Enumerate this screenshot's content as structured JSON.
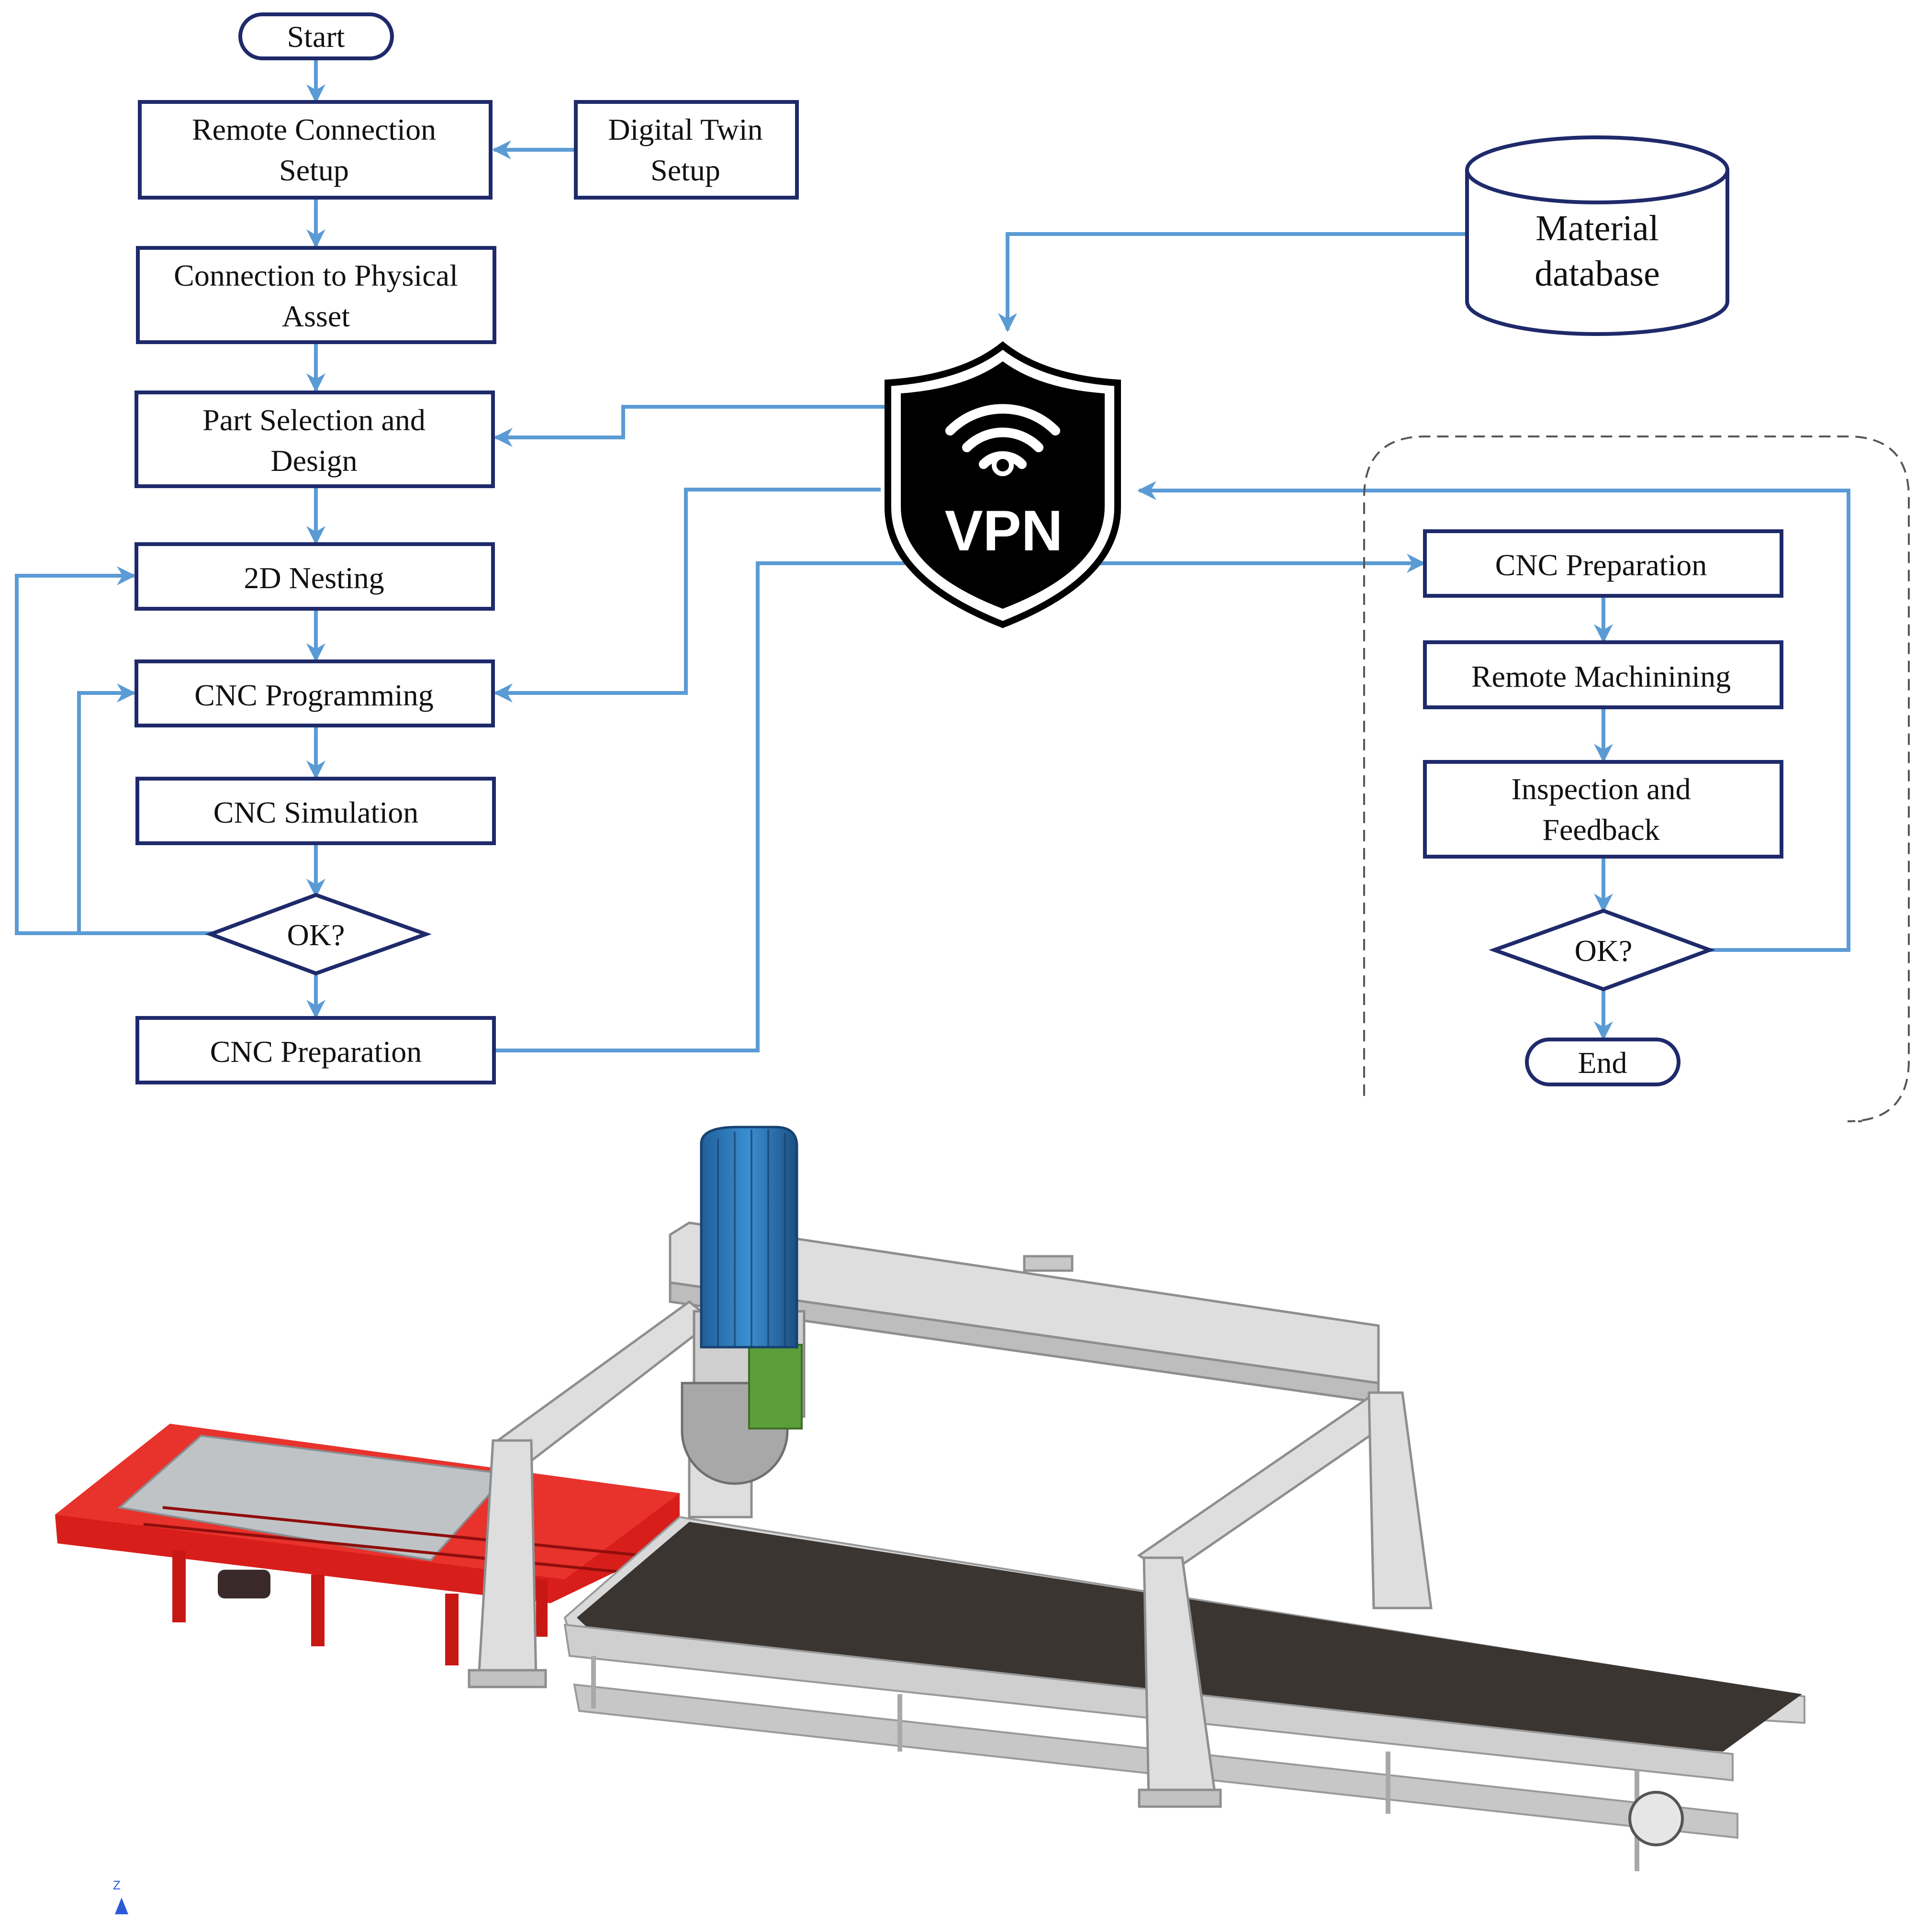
{
  "diagram": {
    "left_flow": {
      "start": "Start",
      "remote_connection_setup": [
        "Remote Connection",
        "Setup"
      ],
      "digital_twin_setup": [
        "Digital Twin",
        "Setup"
      ],
      "connection_to_physical_asset": [
        "Connection to Physical",
        "Asset"
      ],
      "part_selection_and_design": [
        "Part Selection and",
        "Design"
      ],
      "nesting_2d": "2D Nesting",
      "cnc_programming": "CNC Programming",
      "cnc_simulation": "CNC Simulation",
      "ok_decision": "OK?",
      "cnc_preparation": "CNC Preparation"
    },
    "center": {
      "material_database": [
        "Material",
        "database"
      ],
      "vpn_label": "VPN"
    },
    "right_flow": {
      "cnc_preparation": "CNC Preparation",
      "remote_machining": "Remote Machinining",
      "inspection_and_feedback": [
        "Inspection and",
        "Feedback"
      ],
      "ok_decision": "OK?",
      "end": "End"
    },
    "colors": {
      "box_border": "#1f2a6b",
      "arrow": "#5b9bd5",
      "vpn_shield": "#000000",
      "dashed_group": "#555555"
    }
  },
  "machine_render": {
    "axis_label": "Z",
    "colors": {
      "frame": "#dcdcdc",
      "spindle": "#2f7fc1",
      "conveyor_belt": "#3b3532",
      "loading_table": "#e0201c",
      "motor": "#5b9e3a"
    }
  }
}
